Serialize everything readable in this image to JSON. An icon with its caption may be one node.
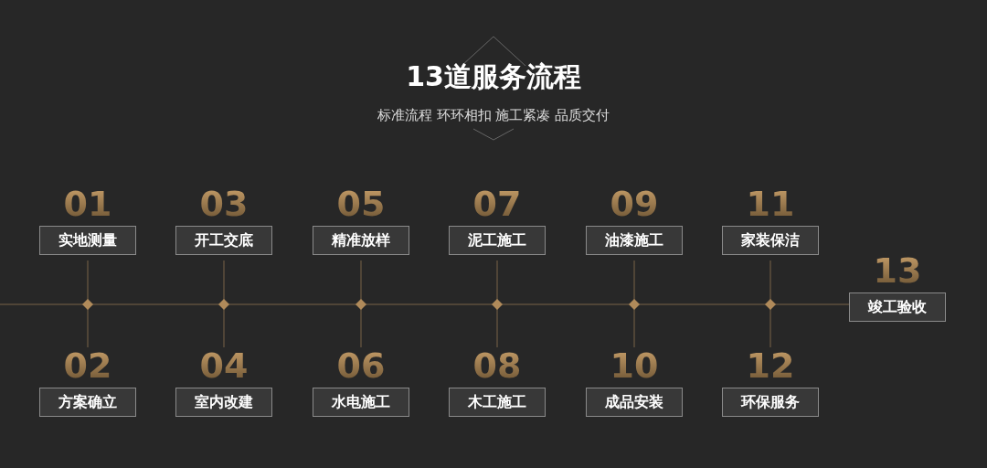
{
  "diagram": {
    "title": "13道服务流程",
    "nodes": [
      {
        "text": [
          "实地测量"
        ],
        "beside": [
          "01"
        ]
      },
      {
        "text": [
          "方案确立"
        ],
        "beside": [
          "02"
        ]
      },
      {
        "text": [
          "开工交底"
        ],
        "beside": [
          "03"
        ]
      },
      {
        "text": [
          "室内改建"
        ],
        "beside": [
          "04"
        ]
      },
      {
        "text": [
          "精准放样"
        ],
        "beside": [
          "05"
        ]
      },
      {
        "text": [
          "水电施工"
        ],
        "beside": [
          "06"
        ]
      },
      {
        "text": [
          "泥工施工"
        ],
        "beside": [
          "07"
        ]
      },
      {
        "text": [
          "木工施工"
        ],
        "beside": [
          "08"
        ]
      },
      {
        "text": [
          "油漆施工"
        ],
        "beside": [
          "09"
        ]
      },
      {
        "text": [
          "成品安装"
        ],
        "beside": [
          "10"
        ]
      },
      {
        "text": [
          "家装保洁"
        ],
        "beside": [
          "11"
        ]
      },
      {
        "text": [
          "环保服务"
        ],
        "beside": [
          "12"
        ]
      },
      {
        "text": [
          "竣工验收"
        ],
        "beside": [
          "13"
        ]
      }
    ],
    "labels": [
      "标准流程 环环相扣 施工紧凑 品质交付"
    ]
  }
}
